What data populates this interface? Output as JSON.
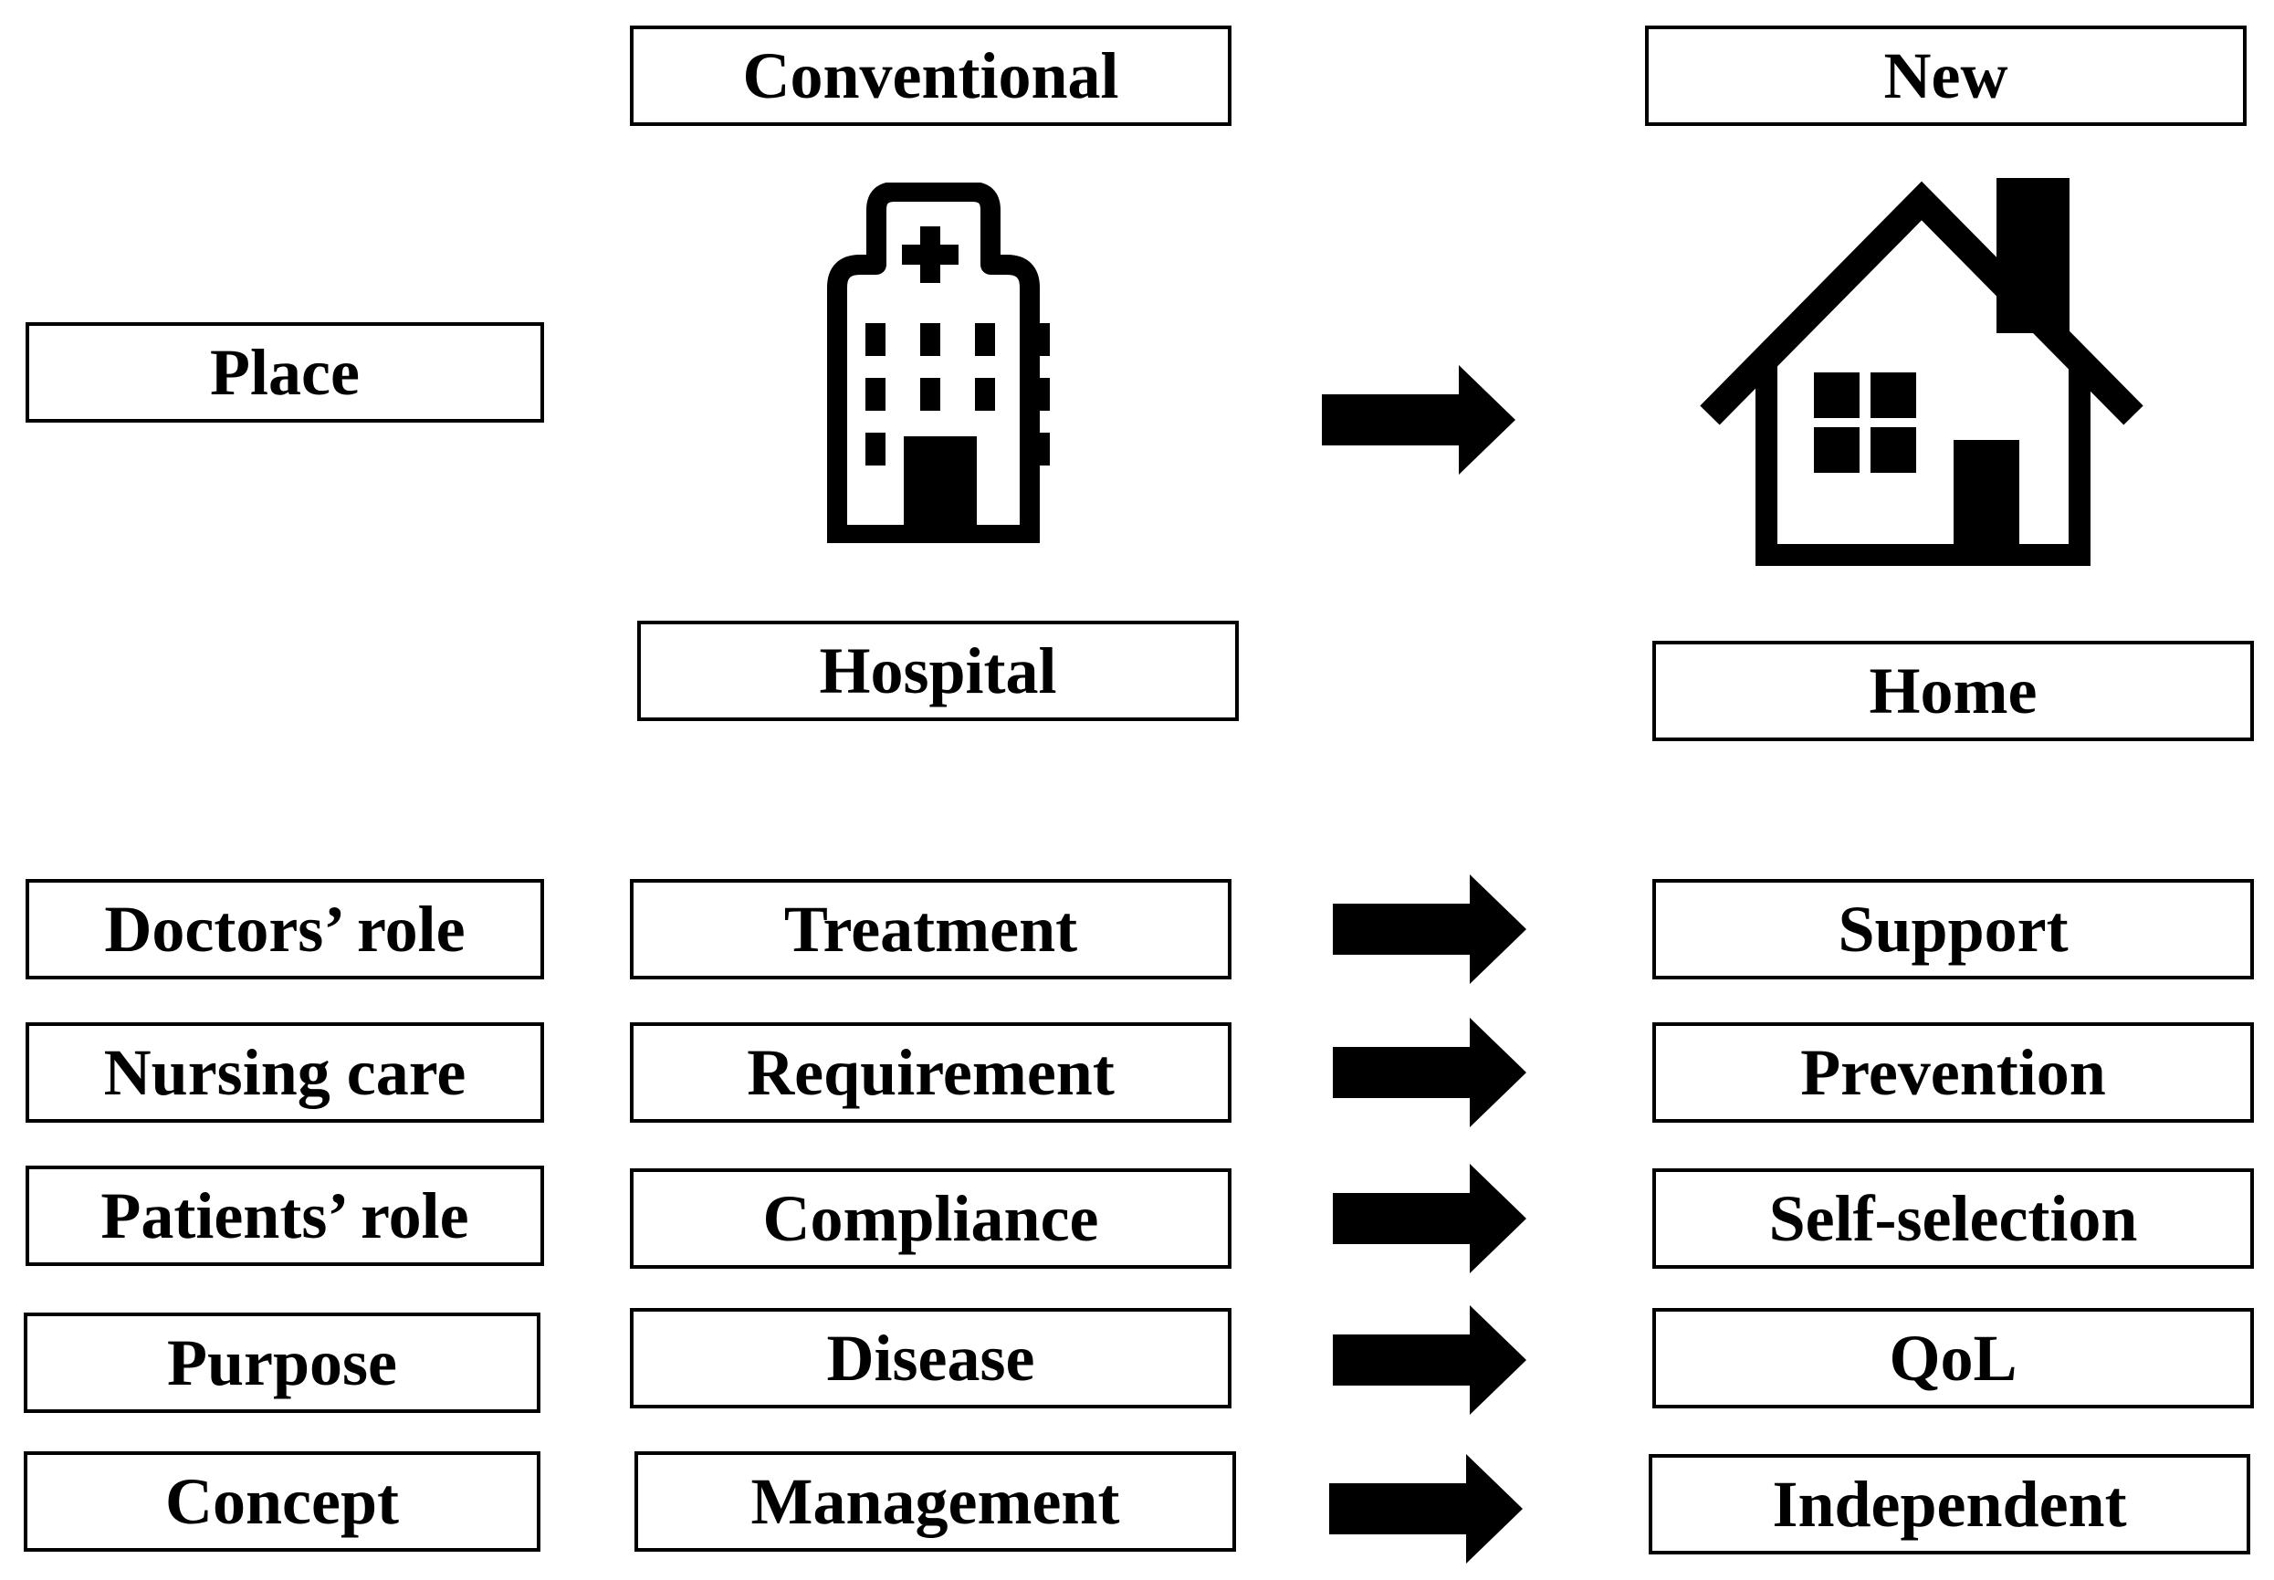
{
  "headers": {
    "conventional": "Conventional",
    "new": "New"
  },
  "place": {
    "label": "Place",
    "conventional": "Hospital",
    "new": "Home"
  },
  "rows": [
    {
      "label": "Doctors’ role",
      "conventional": "Treatment",
      "new": "Support"
    },
    {
      "label": "Nursing care",
      "conventional": "Requirement",
      "new": "Prevention"
    },
    {
      "label": "Patients’ role",
      "conventional": "Compliance",
      "new": "Self-selection"
    },
    {
      "label": "Purpose",
      "conventional": "Disease",
      "new": "QoL"
    },
    {
      "label": "Concept",
      "conventional": "Management",
      "new": "Independent"
    }
  ],
  "icons": {
    "conventional": "hospital-icon",
    "new": "house-icon",
    "transition": "right-arrow-icon"
  },
  "colors": {
    "stroke": "#000000",
    "background": "#ffffff"
  }
}
